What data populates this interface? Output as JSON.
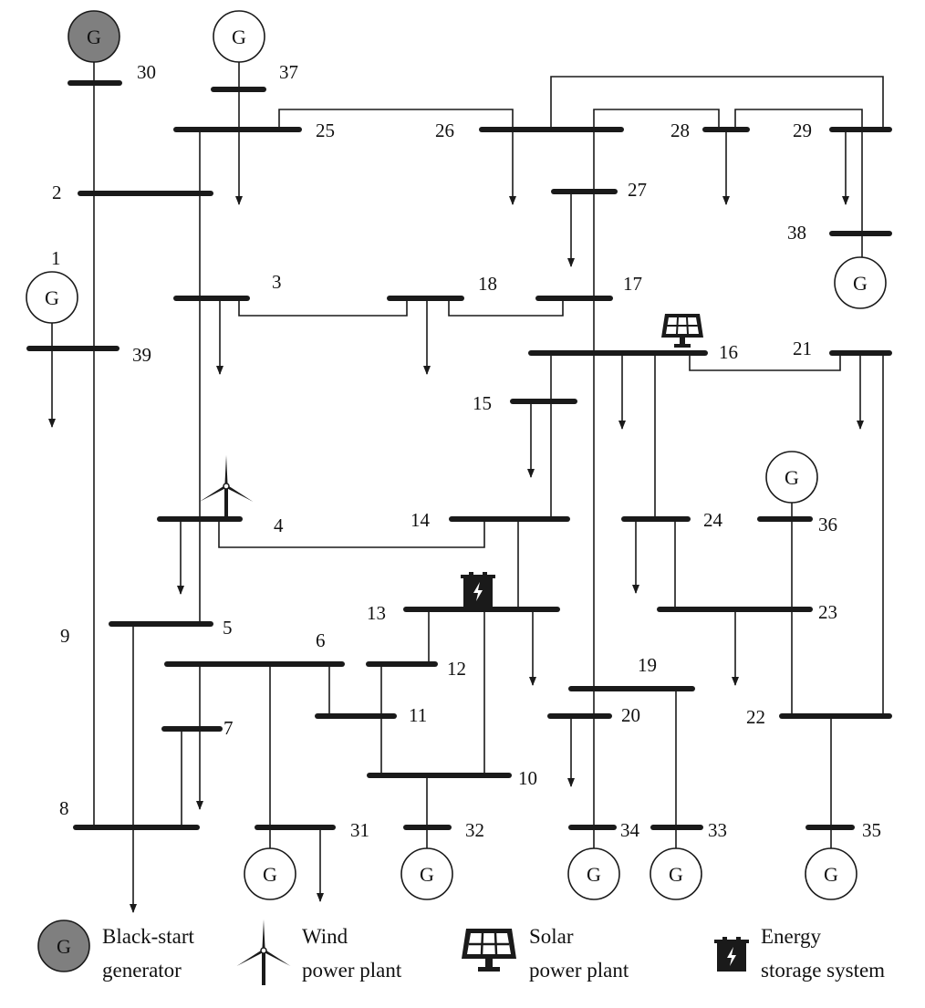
{
  "buses": [
    "1",
    "2",
    "3",
    "4",
    "5",
    "6",
    "7",
    "8",
    "9",
    "10",
    "11",
    "12",
    "13",
    "14",
    "15",
    "16",
    "17",
    "18",
    "19",
    "20",
    "21",
    "22",
    "23",
    "24",
    "25",
    "26",
    "27",
    "28",
    "29",
    "30",
    "31",
    "32",
    "33",
    "34",
    "35",
    "36",
    "37",
    "38",
    "39"
  ],
  "generator_symbol": "G",
  "legend": {
    "black_start": [
      "Black-start",
      "generator"
    ],
    "wind": [
      "Wind",
      "power plant"
    ],
    "solar": [
      "Solar",
      "power plant"
    ],
    "storage": [
      "Energy",
      "storage system"
    ]
  },
  "colors": {
    "line": "#1a1a1a",
    "black_start_fill": "#7f7f7f",
    "generator_fill": "#ffffff"
  },
  "icons": {
    "wind": "wind-turbine-icon",
    "solar": "solar-panel-icon",
    "storage": "battery-icon"
  }
}
